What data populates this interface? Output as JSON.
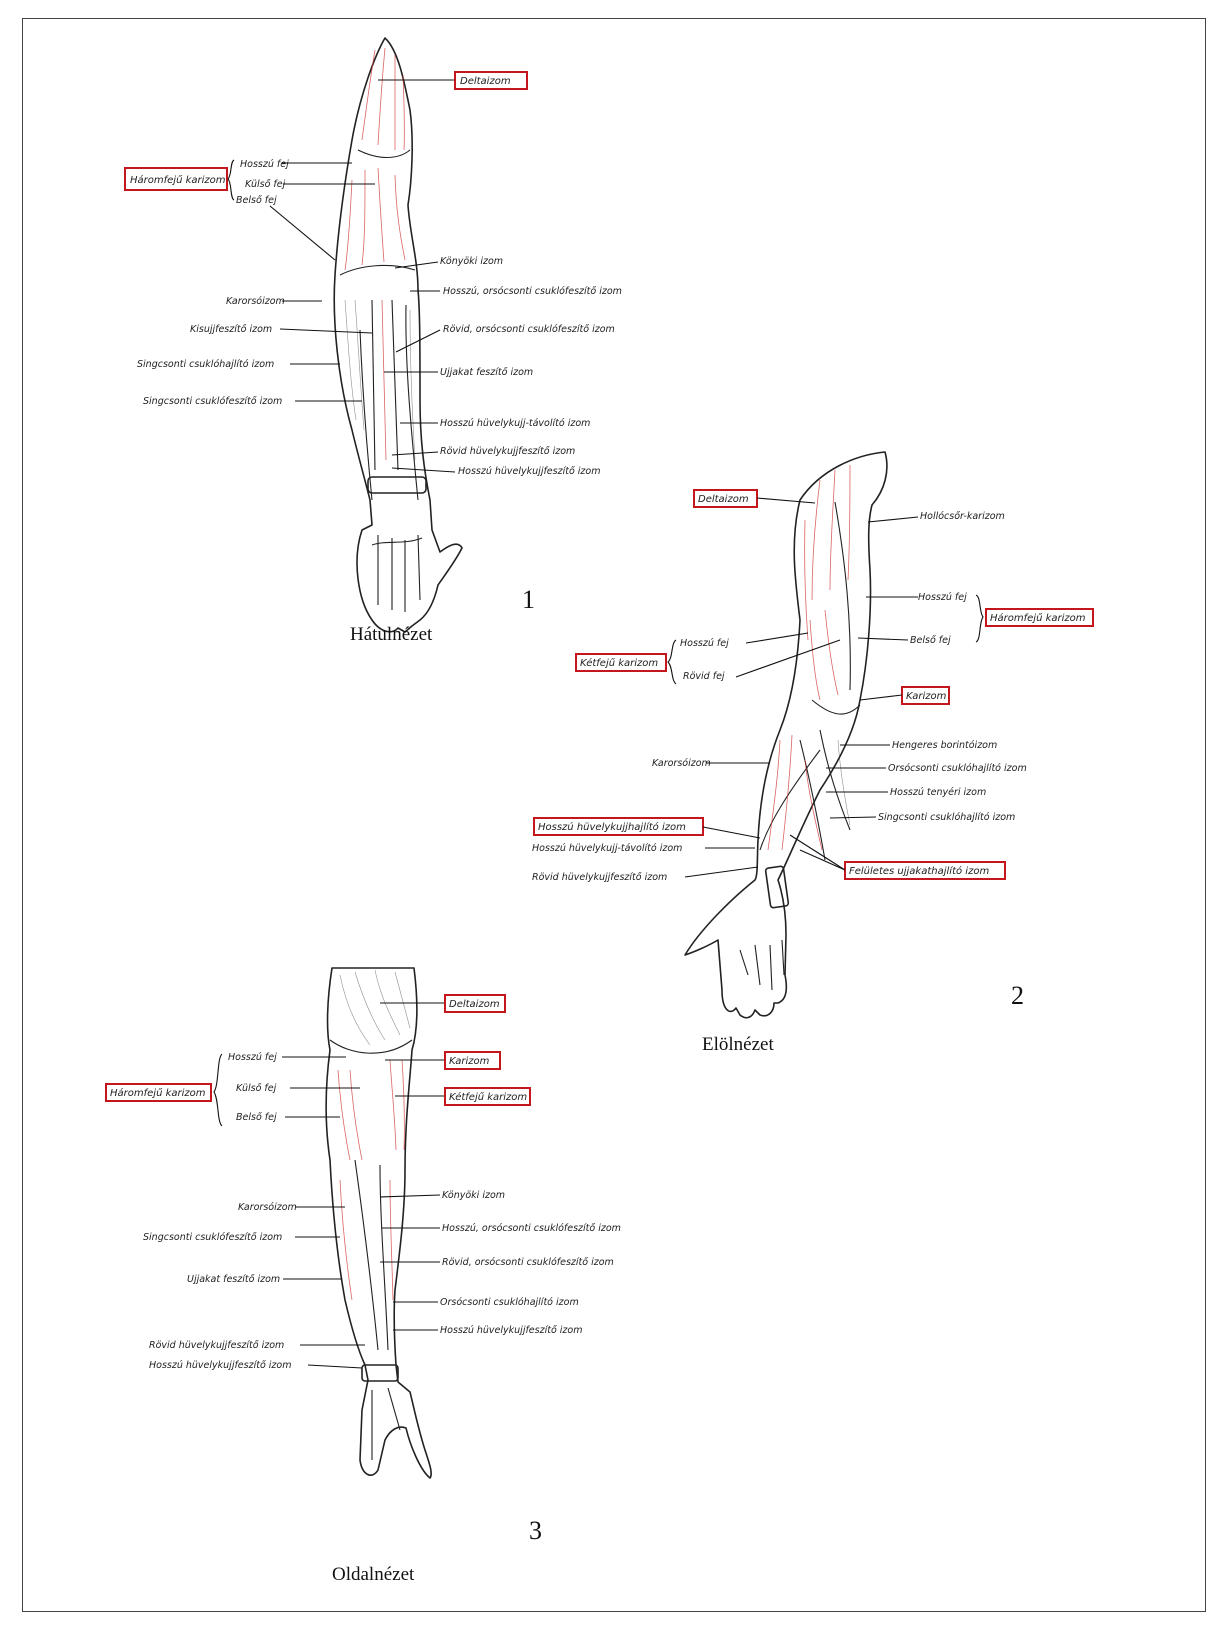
{
  "figure1": {
    "number": "1",
    "caption": "Hátulnézet",
    "boxed": [
      "Deltaizom",
      "Háromfejű karizom"
    ],
    "heads": [
      "Hosszú fej",
      "Külső fej",
      "Belső fej"
    ],
    "right": [
      "Könyöki izom",
      "Hosszú, orsócsonti csuklófeszítő izom",
      "Rövid, orsócsonti csuklófeszítő izom",
      "Ujjakat feszítő izom",
      "Hosszú hüvelykujj-távolító izom",
      "Rövid hüvelykujjfeszítő izom",
      "Hosszú hüvelykujjfeszítő izom"
    ],
    "left": [
      "Karorsóizom",
      "Kisujjfeszítő izom",
      "Singcsonti csuklóhajlító izom",
      "Singcsonti csuklófeszítő izom"
    ]
  },
  "figure2": {
    "number": "2",
    "caption": "Elölnézet",
    "boxed": [
      "Deltaizom",
      "Háromfejű karizom",
      "Kétfejű karizom",
      "Karizom",
      "Hosszú hüvelykujjhajlító izom",
      "Felületes ujjakathajlító izom"
    ],
    "right": [
      "Hollócsőr-karizom",
      "Hosszú fej",
      "Belső fej",
      "Hengeres borintóizom",
      "Orsócsonti csuklóhajlító izom",
      "Hosszú tenyéri izom",
      "Singcsonti csuklóhajlító izom"
    ],
    "left": [
      "Hosszú fej",
      "Rövid fej",
      "Karorsóizom",
      "Hosszú hüvelykujj-távolító izom",
      "Rövid hüvelykujjfeszítő izom"
    ]
  },
  "figure3": {
    "number": "3",
    "caption": "Oldalnézet",
    "boxed": [
      "Deltaizom",
      "Háromfejű karizom",
      "Karizom",
      "Kétfejű karizom"
    ],
    "heads": [
      "Hosszú fej",
      "Külső fej",
      "Belső fej"
    ],
    "right": [
      "Könyöki izom",
      "Hosszú, orsócsonti csuklófeszítő izom",
      "Rövid, orsócsonti csuklófeszítő izom",
      "Orsócsonti csuklóhajlító izom",
      "Hosszú hüvelykujjfeszítő izom"
    ],
    "left": [
      "Karorsóizom",
      "Singcsonti csuklófeszítő izom",
      "Ujjakat feszítő izom",
      "Rövid hüvelykujjfeszítő izom",
      "Hosszú hüvelykujjfeszítő izom"
    ]
  },
  "colors": {
    "box_stroke": "#c4161c",
    "muscle_fiber": "#d03030"
  }
}
